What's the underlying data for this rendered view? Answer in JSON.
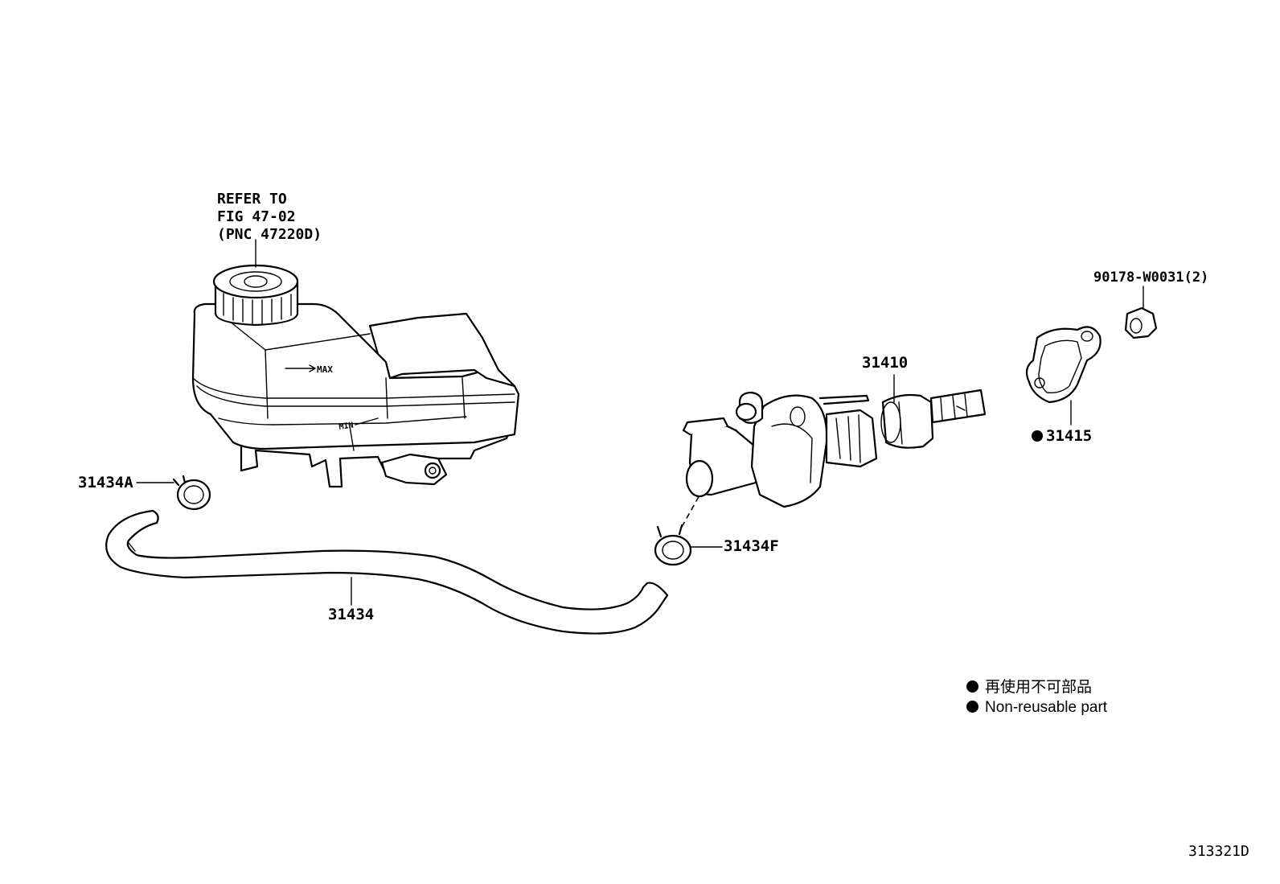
{
  "reference_note": {
    "line1": "REFER TO",
    "line2": "FIG 47-02",
    "line3": "(PNC 47220D)"
  },
  "reservoir_marks": {
    "max": "MAX",
    "min": "MIN"
  },
  "parts": {
    "clamp_a": "31434A",
    "hose": "31434",
    "clamp_f": "31434F",
    "master_cylinder": "31410",
    "gasket": "31415",
    "nut": "90178-W0031(2)"
  },
  "legend": {
    "jp": "再使用不可部品",
    "en": "Non-reusable part"
  },
  "figure_code": "313321D"
}
